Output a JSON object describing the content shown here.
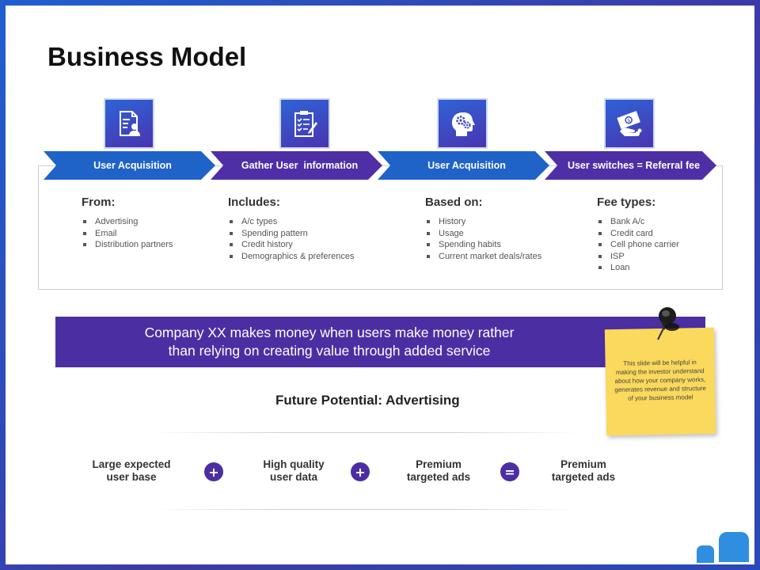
{
  "slide": {
    "title": "Business Model"
  },
  "process": {
    "steps": [
      {
        "label": "User Acquisition",
        "icon": "user-document-icon",
        "color": "#1f63c9"
      },
      {
        "label": "Gather User  information",
        "icon": "clipboard-checklist-icon",
        "color": "#4e2fa6"
      },
      {
        "label": "User Acquisition",
        "icon": "head-gears-icon",
        "color": "#1f63c9"
      },
      {
        "label": "User switches = Referral fee",
        "icon": "money-cash-icon",
        "color": "#4e2fa6"
      }
    ]
  },
  "details": [
    {
      "heading": "From:",
      "items": [
        "Advertising",
        "Email",
        "Distribution partners"
      ]
    },
    {
      "heading": "Includes:",
      "items": [
        "A/c types",
        "Spending pattern",
        "Credit history",
        "Demographics & preferences"
      ]
    },
    {
      "heading": "Based on:",
      "items": [
        "History",
        "Usage",
        "Spending habits",
        "Current market deals/rates"
      ]
    },
    {
      "heading": "Fee types:",
      "items": [
        "Bank A/c",
        "Credit card",
        "Cell phone carrier",
        "ISP",
        "Loan"
      ]
    }
  ],
  "banner": {
    "line1": "Company XX makes money when users make money rather",
    "line2": "than relying on creating value through added service",
    "color": "#4c2ea3"
  },
  "note": {
    "text": "This slide will be helpful in making the investor understand about how your company works, generates revenue and structure of your business model",
    "color": "#fbd95c"
  },
  "future": {
    "title": "Future Potential: Advertising",
    "items": [
      {
        "line1": "Large expected",
        "line2": "user base"
      },
      {
        "line1": "High quality",
        "line2": "user data"
      },
      {
        "line1": "Premium",
        "line2": "targeted ads"
      },
      {
        "line1": "Premium",
        "line2": "targeted ads"
      }
    ],
    "operators": [
      "+",
      "+",
      "="
    ]
  }
}
